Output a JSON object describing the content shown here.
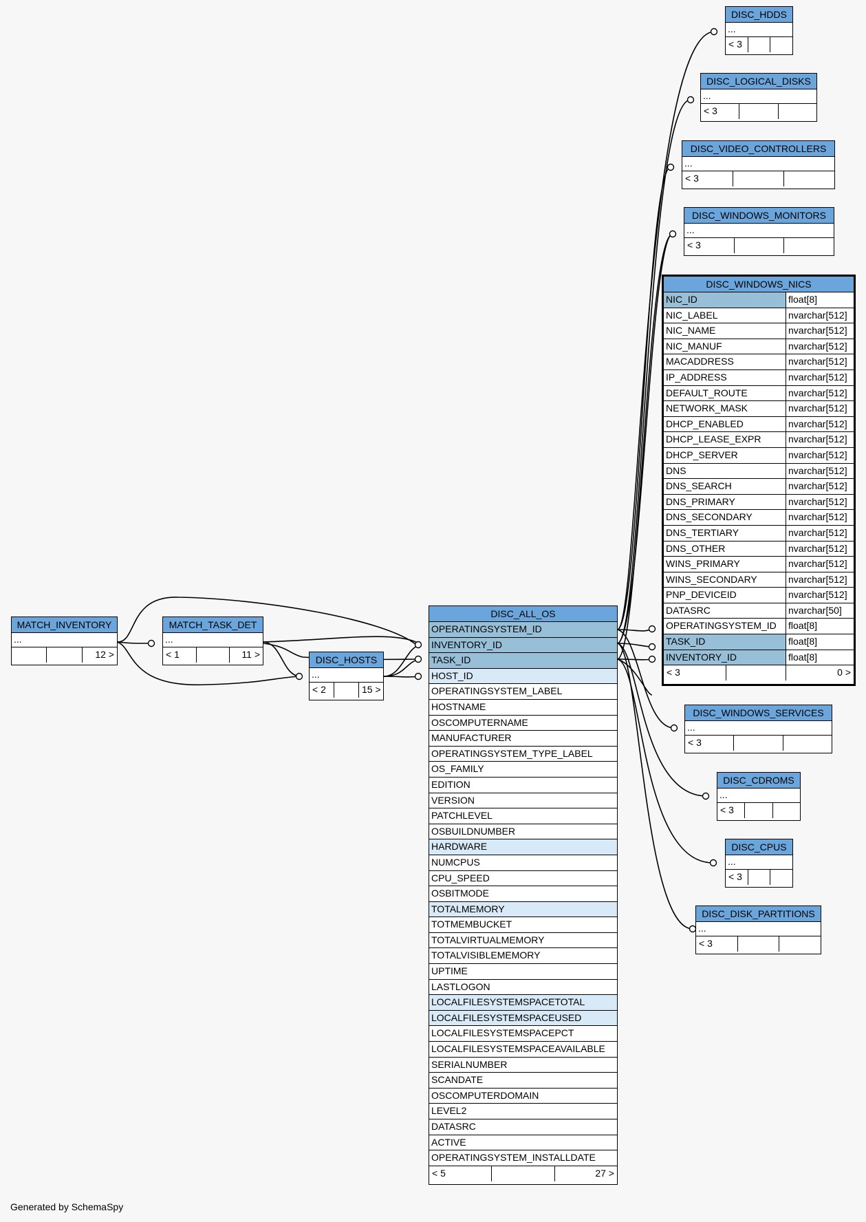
{
  "footer": {
    "credit": "Generated by SchemaSpy"
  },
  "tables": {
    "disc_hdds": {
      "title": "DISC_HDDS",
      "dots": "...",
      "foot": [
        "< 3",
        "",
        ""
      ]
    },
    "disc_logical_disks": {
      "title": "DISC_LOGICAL_DISKS",
      "dots": "...",
      "foot": [
        "< 3",
        "",
        ""
      ]
    },
    "disc_video_controllers": {
      "title": "DISC_VIDEO_CONTROLLERS",
      "dots": "...",
      "foot": [
        "< 3",
        "",
        ""
      ]
    },
    "disc_windows_monitors": {
      "title": "DISC_WINDOWS_MONITORS",
      "dots": "...",
      "foot": [
        "< 3",
        "",
        ""
      ]
    },
    "disc_windows_services": {
      "title": "DISC_WINDOWS_SERVICES",
      "dots": "...",
      "foot": [
        "< 3",
        "",
        ""
      ]
    },
    "disc_cdroms": {
      "title": "DISC_CDROMS",
      "dots": "...",
      "foot": [
        "< 3",
        "",
        ""
      ]
    },
    "disc_cpus": {
      "title": "DISC_CPUS",
      "dots": "...",
      "foot": [
        "< 3",
        "",
        ""
      ]
    },
    "disc_disk_partitions": {
      "title": "DISC_DISK_PARTITIONS",
      "dots": "...",
      "foot": [
        "< 3",
        "",
        ""
      ]
    },
    "match_inventory": {
      "title": "MATCH_INVENTORY",
      "dots": "...",
      "foot": [
        "",
        "",
        "12 >"
      ]
    },
    "match_task_det": {
      "title": "MATCH_TASK_DET",
      "dots": "...",
      "foot": [
        "< 1",
        "",
        "11 >"
      ]
    },
    "disc_hosts": {
      "title": "DISC_HOSTS",
      "dots": "...",
      "foot": [
        "< 2",
        "",
        "15 >"
      ]
    },
    "disc_windows_nics": {
      "title": "DISC_WINDOWS_NICS",
      "columns": [
        {
          "name": "NIC_ID",
          "type": "float[8]",
          "style": "key"
        },
        {
          "name": "NIC_LABEL",
          "type": "nvarchar[512]",
          "style": ""
        },
        {
          "name": "NIC_NAME",
          "type": "nvarchar[512]",
          "style": ""
        },
        {
          "name": "NIC_MANUF",
          "type": "nvarchar[512]",
          "style": ""
        },
        {
          "name": "MACADDRESS",
          "type": "nvarchar[512]",
          "style": ""
        },
        {
          "name": "IP_ADDRESS",
          "type": "nvarchar[512]",
          "style": ""
        },
        {
          "name": "DEFAULT_ROUTE",
          "type": "nvarchar[512]",
          "style": ""
        },
        {
          "name": "NETWORK_MASK",
          "type": "nvarchar[512]",
          "style": ""
        },
        {
          "name": "DHCP_ENABLED",
          "type": "nvarchar[512]",
          "style": ""
        },
        {
          "name": "DHCP_LEASE_EXPR",
          "type": "nvarchar[512]",
          "style": ""
        },
        {
          "name": "DHCP_SERVER",
          "type": "nvarchar[512]",
          "style": ""
        },
        {
          "name": "DNS",
          "type": "nvarchar[512]",
          "style": ""
        },
        {
          "name": "DNS_SEARCH",
          "type": "nvarchar[512]",
          "style": ""
        },
        {
          "name": "DNS_PRIMARY",
          "type": "nvarchar[512]",
          "style": ""
        },
        {
          "name": "DNS_SECONDARY",
          "type": "nvarchar[512]",
          "style": ""
        },
        {
          "name": "DNS_TERTIARY",
          "type": "nvarchar[512]",
          "style": ""
        },
        {
          "name": "DNS_OTHER",
          "type": "nvarchar[512]",
          "style": ""
        },
        {
          "name": "WINS_PRIMARY",
          "type": "nvarchar[512]",
          "style": ""
        },
        {
          "name": "WINS_SECONDARY",
          "type": "nvarchar[512]",
          "style": ""
        },
        {
          "name": "PNP_DEVICEID",
          "type": "nvarchar[512]",
          "style": ""
        },
        {
          "name": "DATASRC",
          "type": "nvarchar[50]",
          "style": ""
        },
        {
          "name": "OPERATINGSYSTEM_ID",
          "type": "float[8]",
          "style": ""
        },
        {
          "name": "TASK_ID",
          "type": "float[8]",
          "style": "key"
        },
        {
          "name": "INVENTORY_ID",
          "type": "float[8]",
          "style": "key"
        }
      ],
      "foot": [
        "< 3",
        "",
        "0 >"
      ]
    },
    "disc_all_os": {
      "title": "DISC_ALL_OS",
      "columns": [
        {
          "name": "OPERATINGSYSTEM_ID",
          "style": "key"
        },
        {
          "name": "INVENTORY_ID",
          "style": "key"
        },
        {
          "name": "TASK_ID",
          "style": "key"
        },
        {
          "name": "HOST_ID",
          "style": "idx"
        },
        {
          "name": "OPERATINGSYSTEM_LABEL",
          "style": ""
        },
        {
          "name": "HOSTNAME",
          "style": ""
        },
        {
          "name": "OSCOMPUTERNAME",
          "style": ""
        },
        {
          "name": "MANUFACTURER",
          "style": ""
        },
        {
          "name": "OPERATINGSYSTEM_TYPE_LABEL",
          "style": ""
        },
        {
          "name": "OS_FAMILY",
          "style": ""
        },
        {
          "name": "EDITION",
          "style": ""
        },
        {
          "name": "VERSION",
          "style": ""
        },
        {
          "name": "PATCHLEVEL",
          "style": ""
        },
        {
          "name": "OSBUILDNUMBER",
          "style": ""
        },
        {
          "name": "HARDWARE",
          "style": "idx"
        },
        {
          "name": "NUMCPUS",
          "style": ""
        },
        {
          "name": "CPU_SPEED",
          "style": ""
        },
        {
          "name": "OSBITMODE",
          "style": ""
        },
        {
          "name": "TOTALMEMORY",
          "style": "idx"
        },
        {
          "name": "TOTMEMBUCKET",
          "style": ""
        },
        {
          "name": "TOTALVIRTUALMEMORY",
          "style": ""
        },
        {
          "name": "TOTALVISIBLEMEMORY",
          "style": ""
        },
        {
          "name": "UPTIME",
          "style": ""
        },
        {
          "name": "LASTLOGON",
          "style": ""
        },
        {
          "name": "LOCALFILESYSTEMSPACETOTAL",
          "style": "idx"
        },
        {
          "name": "LOCALFILESYSTEMSPACEUSED",
          "style": "idx"
        },
        {
          "name": "LOCALFILESYSTEMSPACEPCT",
          "style": ""
        },
        {
          "name": "LOCALFILESYSTEMSPACEAVAILABLE",
          "style": ""
        },
        {
          "name": "SERIALNUMBER",
          "style": ""
        },
        {
          "name": "SCANDATE",
          "style": ""
        },
        {
          "name": "OSCOMPUTERDOMAIN",
          "style": ""
        },
        {
          "name": "LEVEL2",
          "style": ""
        },
        {
          "name": "DATASRC",
          "style": ""
        },
        {
          "name": "ACTIVE",
          "style": ""
        },
        {
          "name": "OPERATINGSYSTEM_INSTALLDATE",
          "style": ""
        }
      ],
      "foot": [
        "< 5",
        "",
        "27 >"
      ]
    }
  },
  "colors": {
    "header": "#6aa5dc",
    "key_row": "#97c0d8",
    "index_row": "#d8e9f7",
    "background": "#f7f7f7"
  }
}
